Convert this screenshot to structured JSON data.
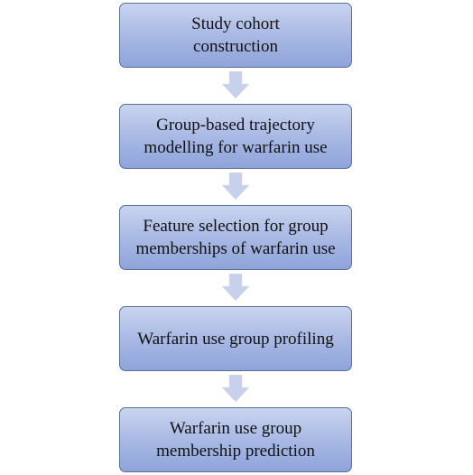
{
  "steps": [
    {
      "label": "Study cohort\nconstruction"
    },
    {
      "label": "Group-based trajectory\nmodelling for warfarin use"
    },
    {
      "label": "Feature selection for group\nmemberships of warfarin use"
    },
    {
      "label": "Warfarin use group profiling"
    },
    {
      "label": "Warfarin use group\nmembership prediction"
    }
  ],
  "colors": {
    "box_fill_top": "#c9d4ef",
    "box_fill_bottom": "#8fa4db",
    "box_border": "#5a6f95",
    "arrow_fill": "#c8d1ec"
  },
  "arrow_icon": "down-arrow-icon"
}
